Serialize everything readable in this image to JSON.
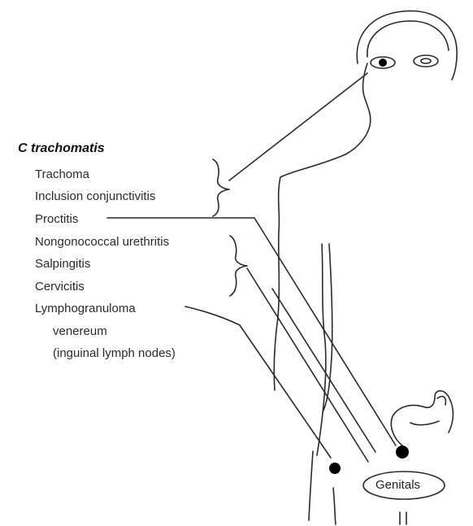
{
  "organism": "C trachomatis",
  "diseases": [
    "Trachoma",
    "Inclusion conjunctivitis",
    "Proctitis",
    "Nongonococcal urethritis",
    "Salpingitis",
    "Cervicitis",
    "Lymphogranuloma",
    "venereum",
    "(inguinal lymph nodes)"
  ],
  "sites": {
    "genitals": "Genitals"
  },
  "colors": {
    "ink": "#2a2a2a",
    "dot": "#000000",
    "background": "#ffffff"
  }
}
